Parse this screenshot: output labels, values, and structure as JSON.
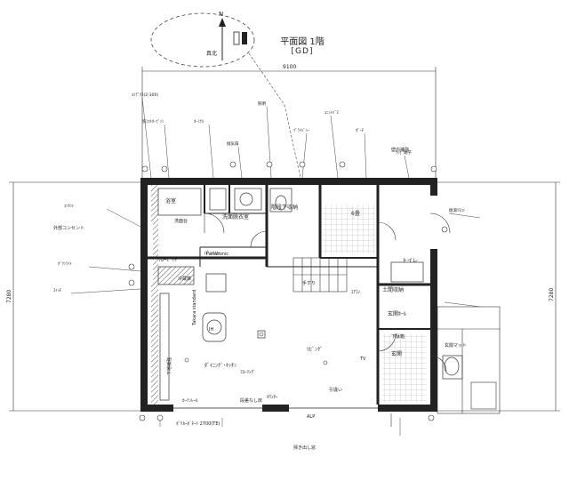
{
  "title": "平面図 1階",
  "subtitle": "[GD]",
  "dimensions": {
    "top": "9100",
    "left": "7280",
    "right": "7280"
  },
  "rooms": {
    "living": "ﾘﾋﾞﾝｸﾞ",
    "dining_kitchen": "ﾀﾞｲﾆﾝｸﾞ･ｷｯﾁﾝ",
    "washroom": "洗面脱衣室",
    "entrance_hall": "玄関ﾎｰﾙ",
    "entrance": "玄関",
    "shoe_storage": "土間収納",
    "toilet": "トイレ",
    "stair_storage": "階段下収納",
    "pantry": "ﾊﾟﾝﾄﾘｰ",
    "closet": "ｸﾛｰｾﾞｯﾄ",
    "bath": "浴室",
    "tatami": "6畳"
  },
  "labels": {
    "no_step_floor": "段差なし床",
    "window_2700": "ﾎﾟﾘｶｰﾎﾞﾈｰﾄ 2700(TE)",
    "window_alp": "ALP",
    "sliding": "引違い",
    "tsukidashi": "掃き出し窓",
    "counter": "ｶｳﾝﾀｰ",
    "curtain_rail": "ｶｰﾃﾝﾚｰﾙ",
    "outlet_note": "外部コンセント",
    "entrance_mat": "玄関マット",
    "shoe_box": "下駄箱",
    "handrail": "手すり",
    "note_wall": "壁内補強",
    "flooring": "ﾌﾛｰﾘﾝｸﾞ",
    "kitchen_std": "Takara standard",
    "panasonic": "Panasonic",
    "refrigerator": "冷蔵庫",
    "note_board": "下地補強",
    "wash_unit": "洗面台",
    "tv": "TV",
    "ac": "ｴｱｺﾝ",
    "ih": "IH"
  },
  "annotations": [
    "ﾕｲﾃﾞｸｽ(2-300)",
    "窓(ﾌﾙｵｰﾌﾟﾝ)",
    "ﾀｰﾐﾅﾙ",
    "換気扇",
    "照明",
    "ﾌﾟﾗｲﾊﾞｼｰ",
    "ﾕﾆｯﾄﾊﾞｽ",
    "ﾎﾟｰﾁ",
    "ﾃﾚﾋﾞ端子",
    "ｺﾝｾﾝﾄ",
    "ﾀﾞｳﾝﾗｲﾄ",
    "ｽｲｯﾁ",
    "給湯ﾘﾓｺﾝ"
  ],
  "north_label": "N",
  "compass_note": "真北",
  "colors": {
    "line": "#222222",
    "fill_hatch": "#555555",
    "background": "#ffffff"
  }
}
